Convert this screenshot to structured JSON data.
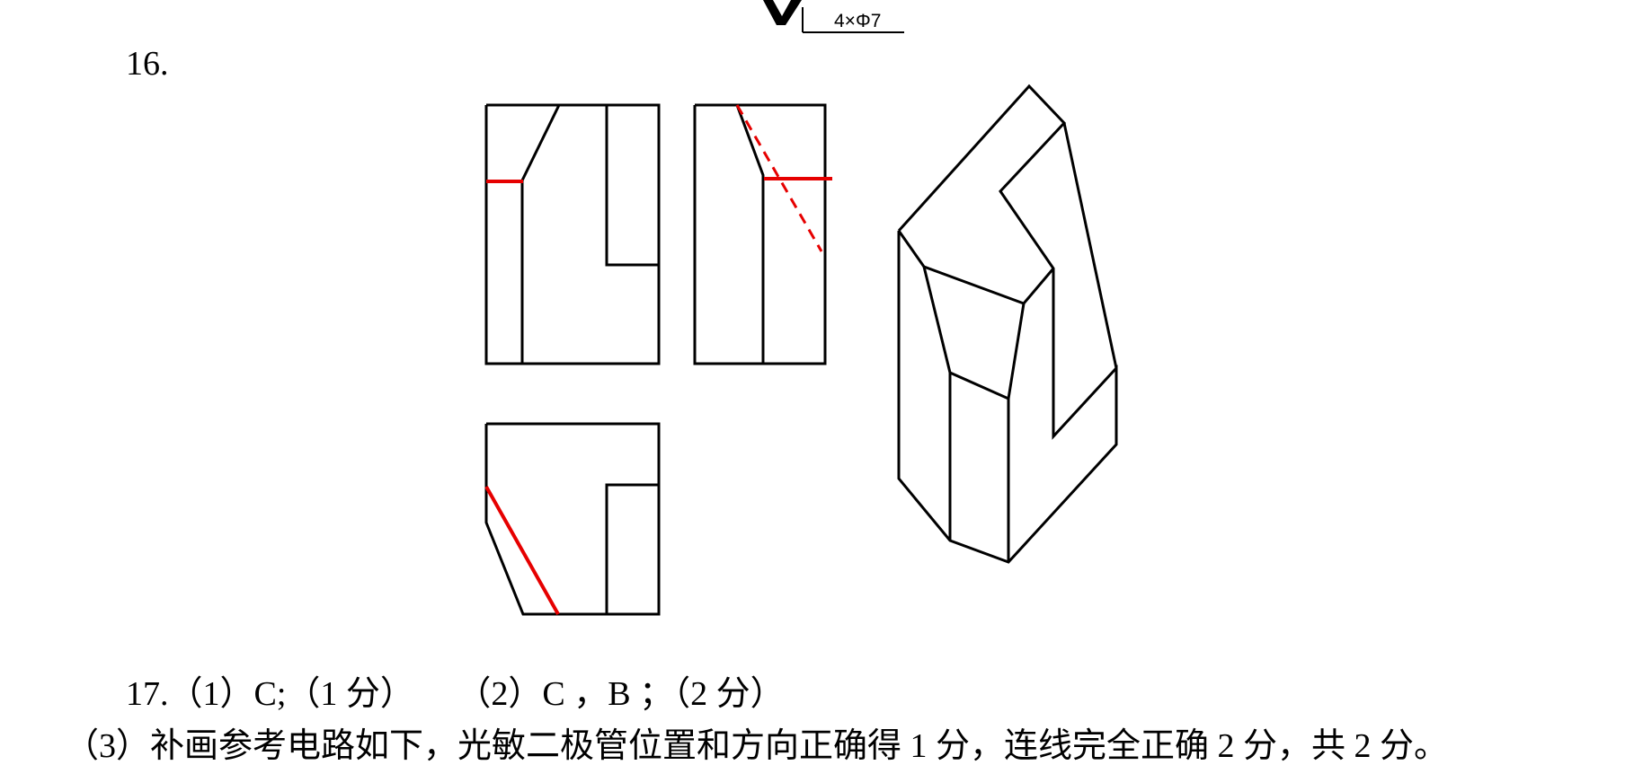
{
  "header": {
    "spec_label": "4×Φ7"
  },
  "question_16": {
    "number": "16."
  },
  "question_17": {
    "answer": "17.（1）C;（1 分）     （2）C ，B ；（2 分）"
  },
  "footer_line": {
    "text": "（3）补画参考电路如下，光敏二极管位置和方向正确得 1 分，连线完全正确 2 分，共 2 分。"
  },
  "colors": {
    "line": "#000000",
    "correction": "#e60000"
  }
}
